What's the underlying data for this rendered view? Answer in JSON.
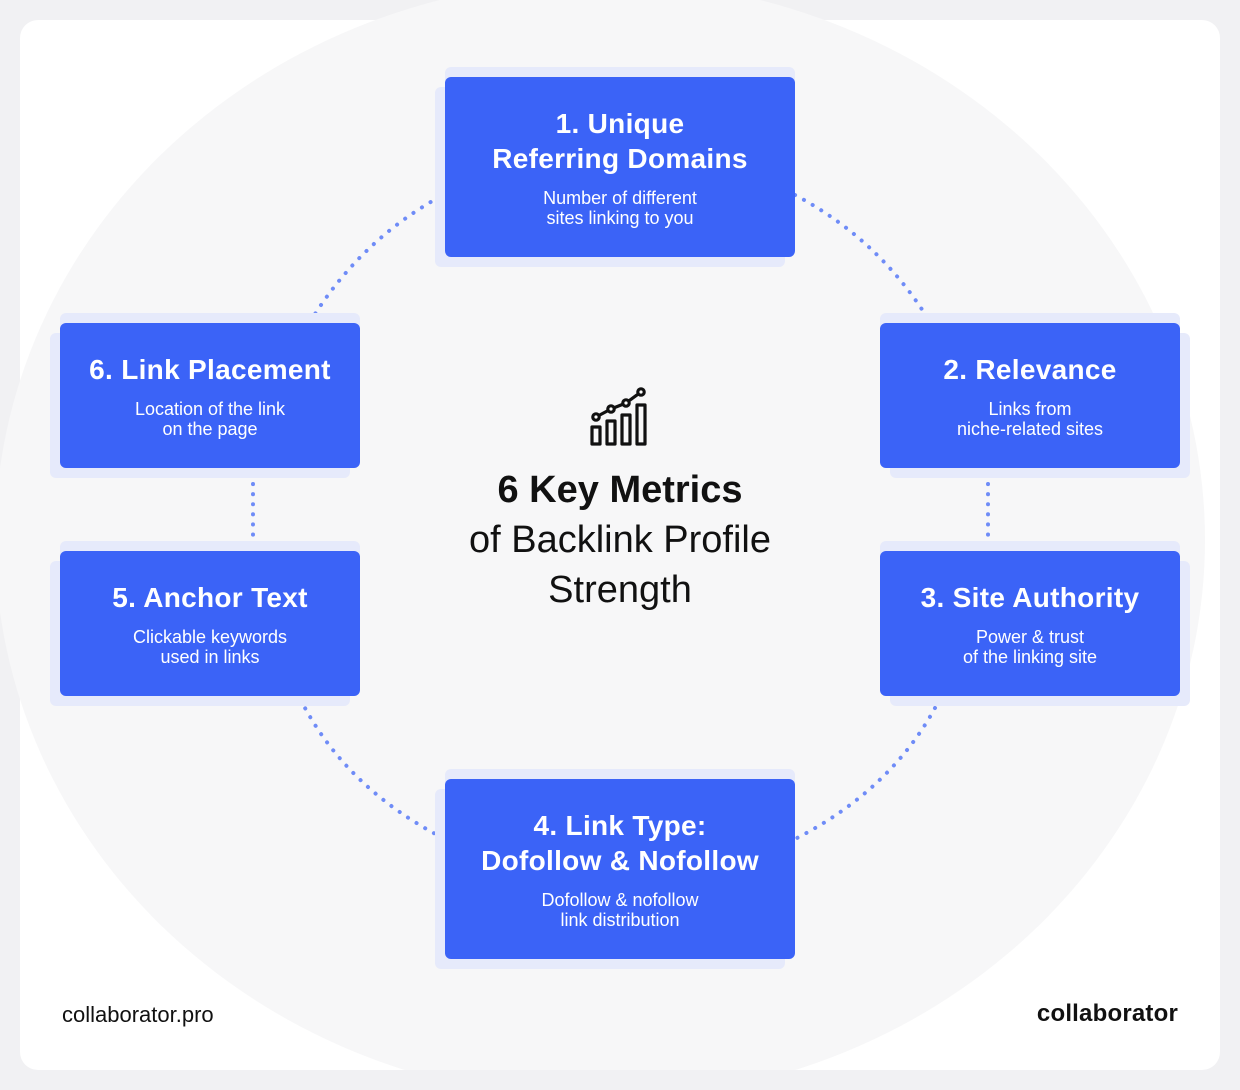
{
  "center": {
    "headline": "6 Key Metrics",
    "subline": "of Backlink Profile\nStrength",
    "icon": "growth-chart-icon"
  },
  "metrics": [
    {
      "title": "1. Unique\nReferring Domains",
      "desc": "Number of different\nsites linking to you"
    },
    {
      "title": "2. Relevance",
      "desc": "Links from\nniche-related sites"
    },
    {
      "title": "3. Site Authority",
      "desc": "Power & trust\nof the linking site"
    },
    {
      "title": "4. Link Type:\nDofollow & Nofollow",
      "desc": "Dofollow & nofollow\nlink distribution"
    },
    {
      "title": "5. Anchor Text",
      "desc": "Clickable keywords\nused in links"
    },
    {
      "title": "6. Link Placement",
      "desc": "Location of the link\non the page"
    }
  ],
  "footer": {
    "left": "collaborator.pro",
    "right": "collaborator"
  },
  "colors": {
    "accent": "#3b63f7",
    "connector": "#6f8cf7",
    "background_circle": "#f7f7f8"
  }
}
